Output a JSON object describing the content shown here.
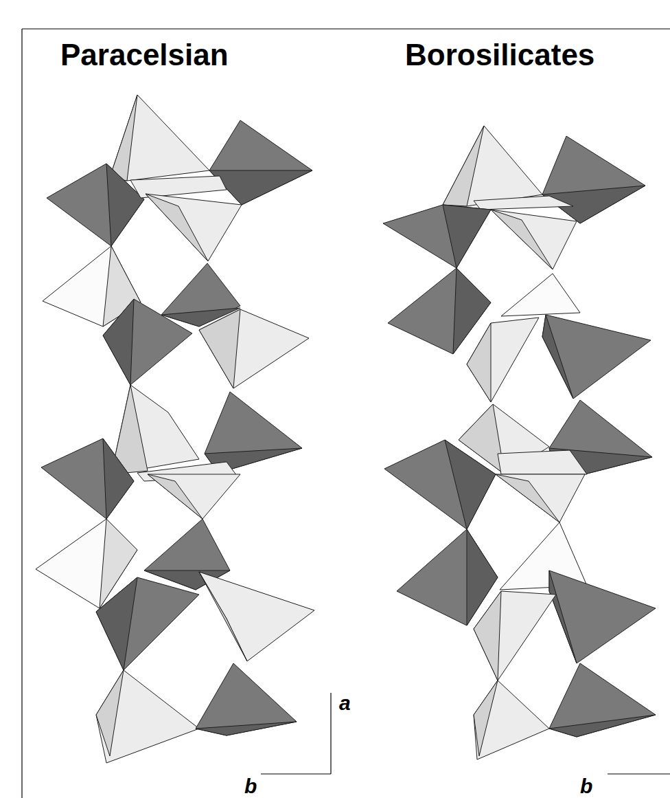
{
  "diagram": {
    "labels": [
      "Paracelsian",
      "Borosilicates",
      "a",
      "b",
      "b"
    ]
  }
}
